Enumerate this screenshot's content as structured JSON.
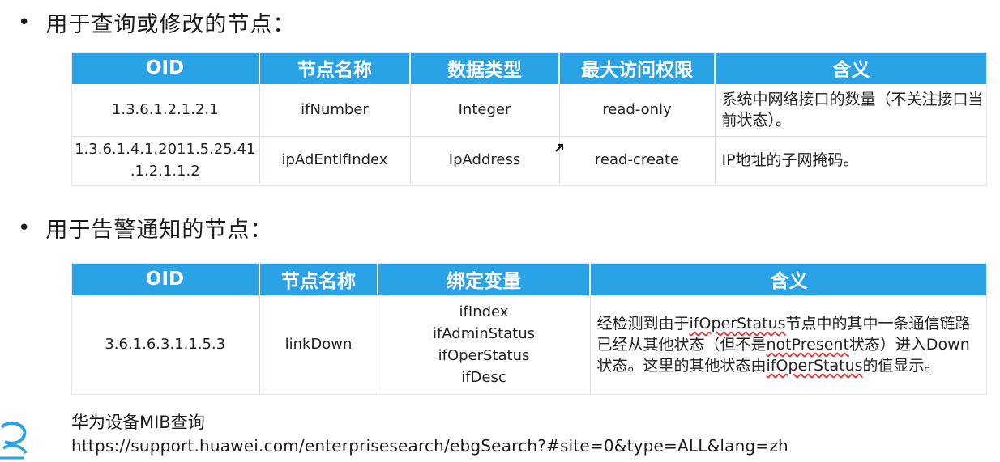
{
  "headings": {
    "query_nodes": "用于查询或修改的节点：",
    "alarm_nodes": "用于告警通知的节点："
  },
  "bullet": "•",
  "query_table": {
    "headers": [
      "OID",
      "节点名称",
      "数据类型",
      "最大访问权限",
      "含义"
    ],
    "rows": [
      {
        "oid": "1.3.6.1.2.1.2.1",
        "name": "ifNumber",
        "type": "Integer",
        "access": "read-only",
        "meaning": "系统中网络接口的数量（不关注接口当前状态）。"
      },
      {
        "oid": "1.3.6.1.4.1.2011.5.25.41.1.2.1.1.2",
        "oid_line1": "1.3.6.1.4.1.2011.5.25.41",
        "oid_line2": ".1.2.1.1.2",
        "name": "ipAdEntIfIndex",
        "type": "IpAddress",
        "access": "read-create",
        "meaning": "IP地址的子网掩码。"
      }
    ]
  },
  "alarm_table": {
    "headers": [
      "OID",
      "节点名称",
      "绑定变量",
      "含义"
    ],
    "rows": [
      {
        "oid": "3.6.1.6.3.1.1.5.3",
        "name": "linkDown",
        "variables": [
          "ifIndex",
          "ifAdminStatus",
          "ifOperStatus",
          "ifDesc"
        ],
        "meaning": {
          "p1": "经检测到由于",
          "k1": "ifOperStatus",
          "p2": "节点中的其中一条通信链路已经从其他状态（但不是",
          "k2": "notPresent",
          "p3": "状态）进入Down状态。这里的其他状态由",
          "k3": "ifOperStatus",
          "p4": "的值显示。"
        }
      }
    ]
  },
  "reference": {
    "title": "华为设备MIB查询",
    "url": "https://support.huawei.com/enterprisesearch/ebgSearch?#site=0&type=ALL&lang=zh"
  },
  "icons": {
    "cursor": "mouse-cursor-icon",
    "logo": "brand-logo-icon"
  },
  "colors": {
    "header_bg": "#2aa2e6",
    "header_text": "#ffffff",
    "wavy_underline": "#dd3333",
    "logo": "#2aa2e6"
  }
}
